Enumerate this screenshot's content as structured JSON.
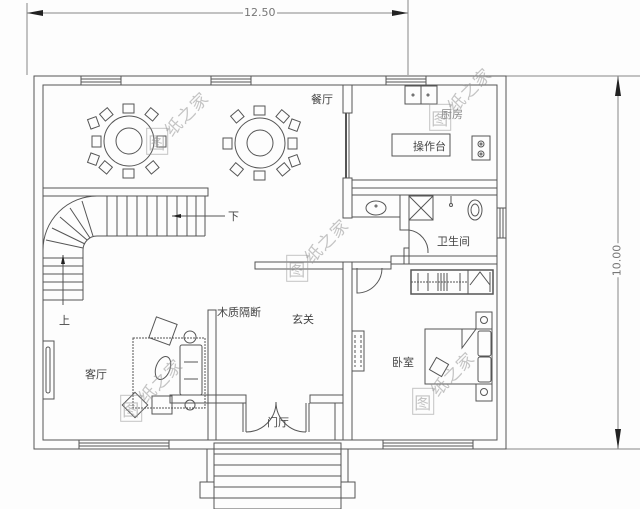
{
  "dimensions": {
    "width_label": "12.50",
    "height_label": "10.00"
  },
  "rooms": [
    {
      "id": "dining",
      "label": "餐厅"
    },
    {
      "id": "kitchen",
      "label": "厨房"
    },
    {
      "id": "prep-counter",
      "label": "操作台"
    },
    {
      "id": "bathroom",
      "label": "卫生间"
    },
    {
      "id": "stairs-down",
      "label": "下"
    },
    {
      "id": "stairs-up",
      "label": "上"
    },
    {
      "id": "wood-partition",
      "label": "木质隔断"
    },
    {
      "id": "foyer",
      "label": "玄关"
    },
    {
      "id": "living",
      "label": "客厅"
    },
    {
      "id": "bedroom",
      "label": "卧室"
    },
    {
      "id": "entry-hall",
      "label": "门厅"
    }
  ],
  "watermark": {
    "first_char": "图",
    "rest": "纸之家"
  },
  "colors": {
    "background": "#fdfdfd",
    "line": "#555555",
    "dim_line": "#888888",
    "watermark": "#969696"
  }
}
